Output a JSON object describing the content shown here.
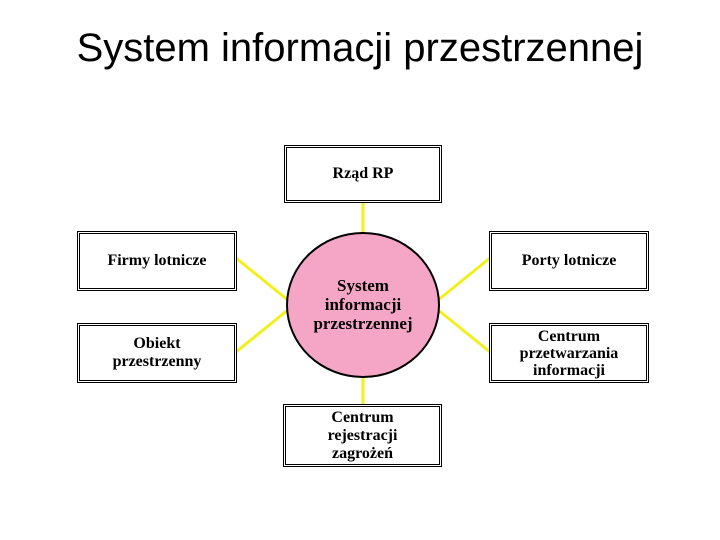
{
  "title": "System informacji przestrzennej",
  "colors": {
    "center_fill": "#f5a6c7",
    "connector": "#f2ef1e"
  },
  "center": {
    "label": "System\ninformacji\nprzestrzennej"
  },
  "nodes": {
    "rzad": {
      "label": "Rząd RP"
    },
    "firmy": {
      "label": "Firmy lotnicze"
    },
    "porty": {
      "label": "Porty lotnicze"
    },
    "obiekt": {
      "label": "Obiekt\nprzestrzenny"
    },
    "centrum_przetwarzania": {
      "label": "Centrum\nprzetwarzania\ninformacji"
    },
    "centrum_rejestracji": {
      "label": "Centrum\nrejestracji\nzagrożeń"
    }
  }
}
